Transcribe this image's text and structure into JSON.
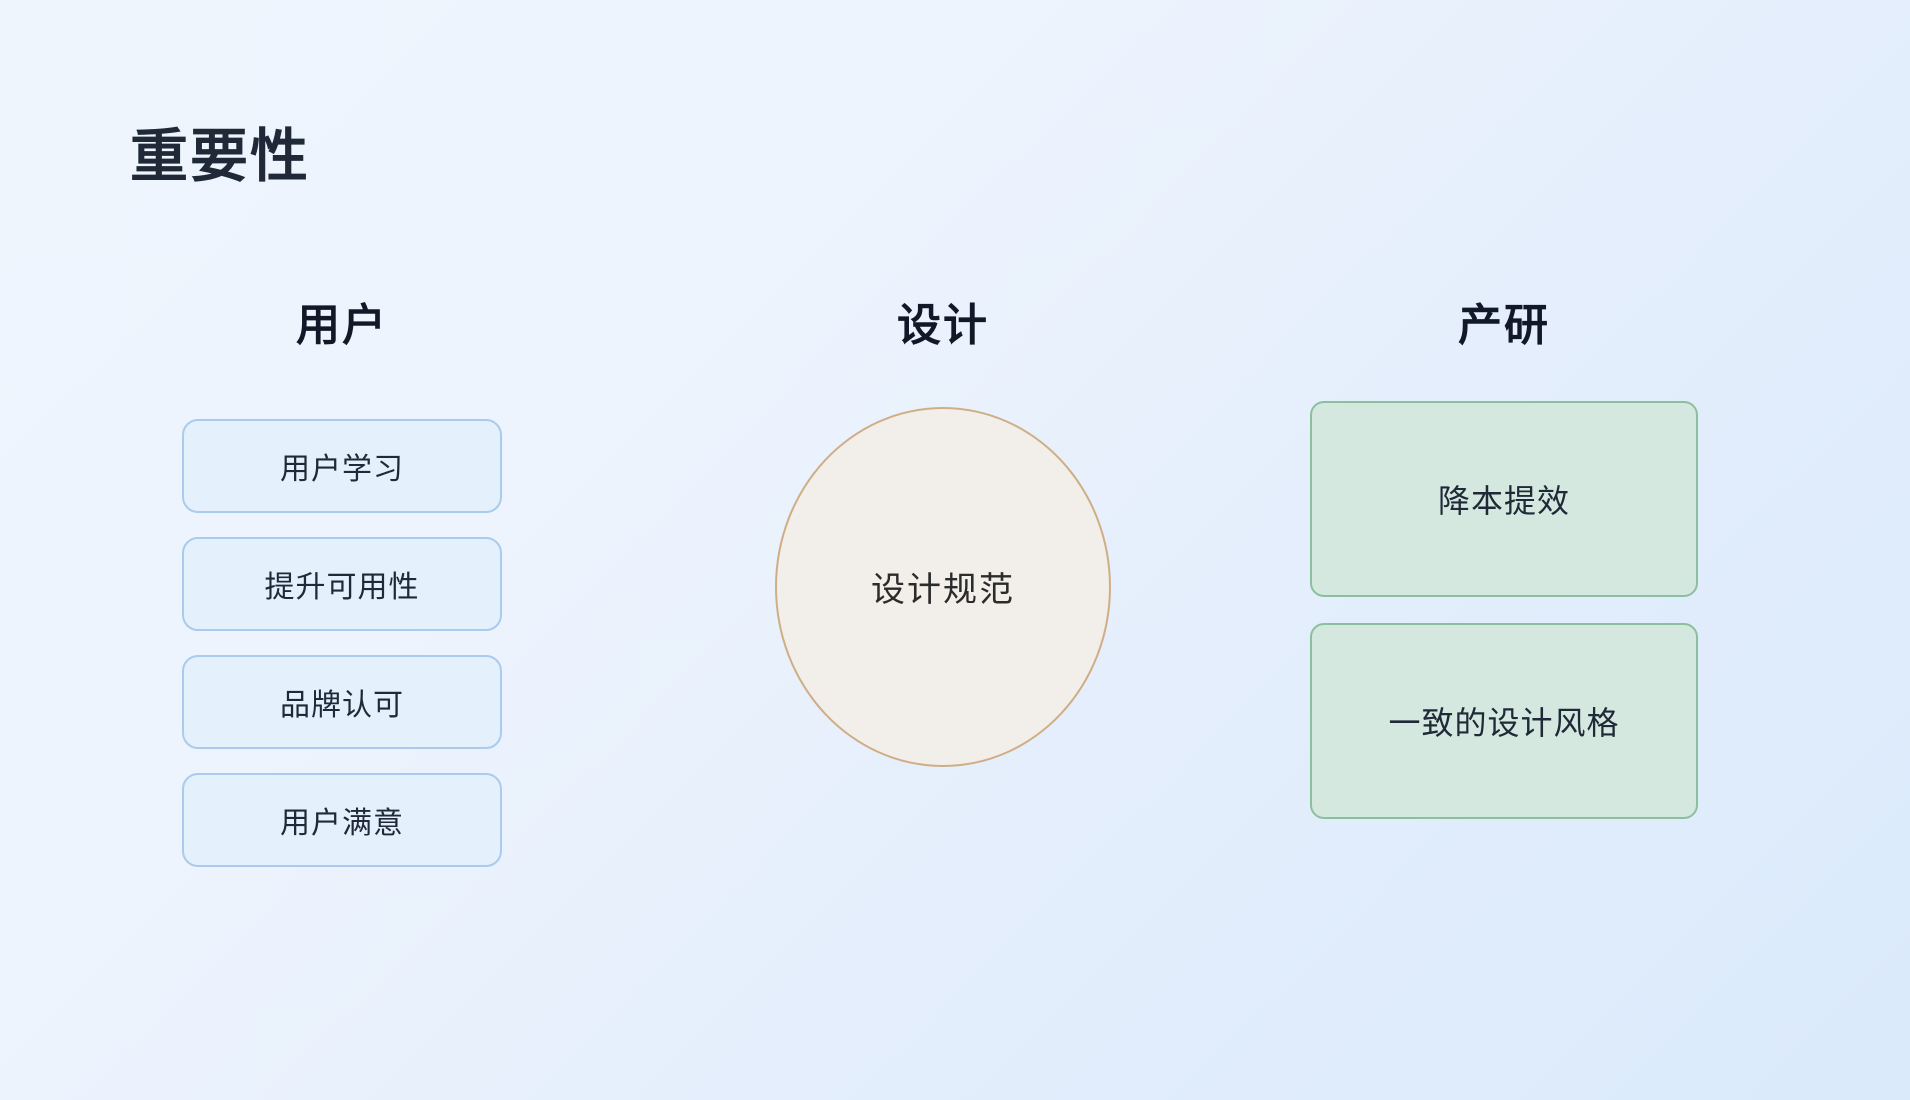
{
  "slide": {
    "title": "重要性",
    "background_from": "#eff5fd",
    "background_to": "#daeafb"
  },
  "columns": {
    "user": {
      "header": "用户",
      "accent_border": "#a8cbee",
      "accent_fill": "#e4f0fc",
      "cards": [
        {
          "label": "用户学习"
        },
        {
          "label": "提升可用性"
        },
        {
          "label": "品牌认可"
        },
        {
          "label": "用户满意"
        }
      ]
    },
    "design": {
      "header": "设计",
      "accent_border": "#cfae86",
      "accent_fill": "#f2efeb",
      "circle": {
        "label": "设计规范"
      }
    },
    "product": {
      "header": "产研",
      "accent_border": "#8cc09c",
      "accent_fill": "#d5e8e0",
      "cards": [
        {
          "label": "降本提效"
        },
        {
          "label": "一致的设计风格"
        }
      ]
    }
  }
}
